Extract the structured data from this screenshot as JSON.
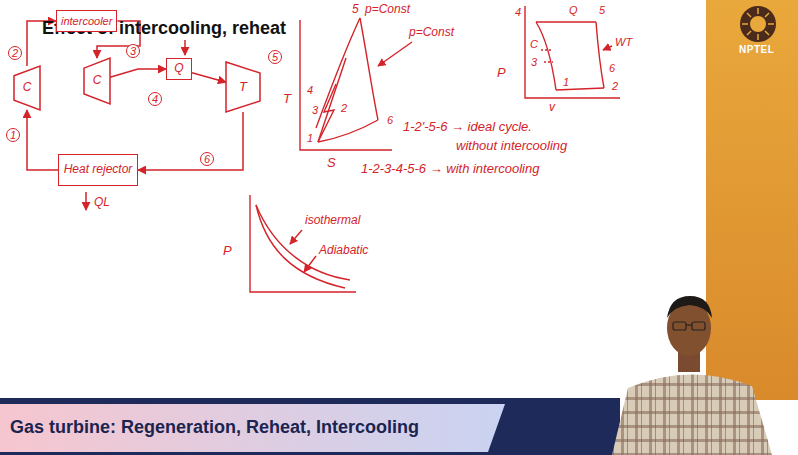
{
  "diagram": {
    "title": "Effect of intercooling, reheat",
    "caption": "Gas turbine: Regeneration, Reheat, Intercooling",
    "nodes": [
      {
        "text": [
          "C"
        ]
      },
      {
        "text": [
          "intercooler"
        ]
      },
      {
        "text": [
          "C"
        ]
      },
      {
        "text": [
          "Q"
        ]
      },
      {
        "text": [
          "T"
        ]
      },
      {
        "text": [
          "Heat rejector"
        ]
      }
    ],
    "edges": [
      {
        "from": 0,
        "to": 1,
        "arrow": "to"
      },
      {
        "from": 1,
        "to": 2,
        "arrow": "to"
      },
      {
        "from": 2,
        "to": 3,
        "arrow": "to"
      },
      {
        "from": 3,
        "to": 4,
        "arrow": "to"
      },
      {
        "from": 4,
        "to": 5,
        "arrow": "to"
      },
      {
        "from": 5,
        "to": 0,
        "arrow": "to"
      }
    ],
    "labels": [
      "NPTEL",
      "2",
      "3",
      "4",
      "5",
      "1",
      "6",
      "QL",
      "T",
      "S",
      "5",
      "p=Const",
      "p=Const",
      "4",
      "2",
      "3",
      "1",
      "6",
      "P",
      "4",
      "Q",
      "5",
      "C",
      "3",
      "1",
      "6",
      "WT",
      "2",
      "v",
      "1-2'-5-6 → ideal cycle.",
      "without intercooling",
      "1-2-3-4-5-6 → with intercooling",
      "P",
      "isothermal",
      "Adiabatic"
    ]
  }
}
